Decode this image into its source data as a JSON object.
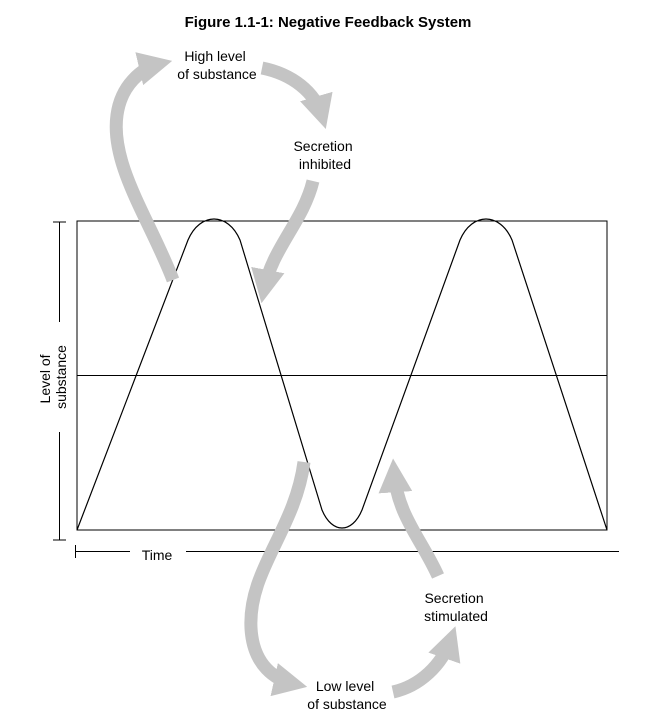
{
  "title": "Figure 1.1-1: Negative Feedback System",
  "labels": {
    "high_level": [
      "High level",
      "of substance"
    ],
    "secretion_inhibited": [
      "Secretion",
      "inhibited"
    ],
    "secretion_stimulated": [
      "Secretion",
      "stimulated"
    ],
    "low_level": [
      "Low level",
      "of substance"
    ]
  },
  "axes": {
    "ylabel": [
      "Level of",
      "substance"
    ],
    "xlabel": "Time"
  },
  "colors": {
    "arrow": "#c4c4c4",
    "line": "#000000"
  }
}
